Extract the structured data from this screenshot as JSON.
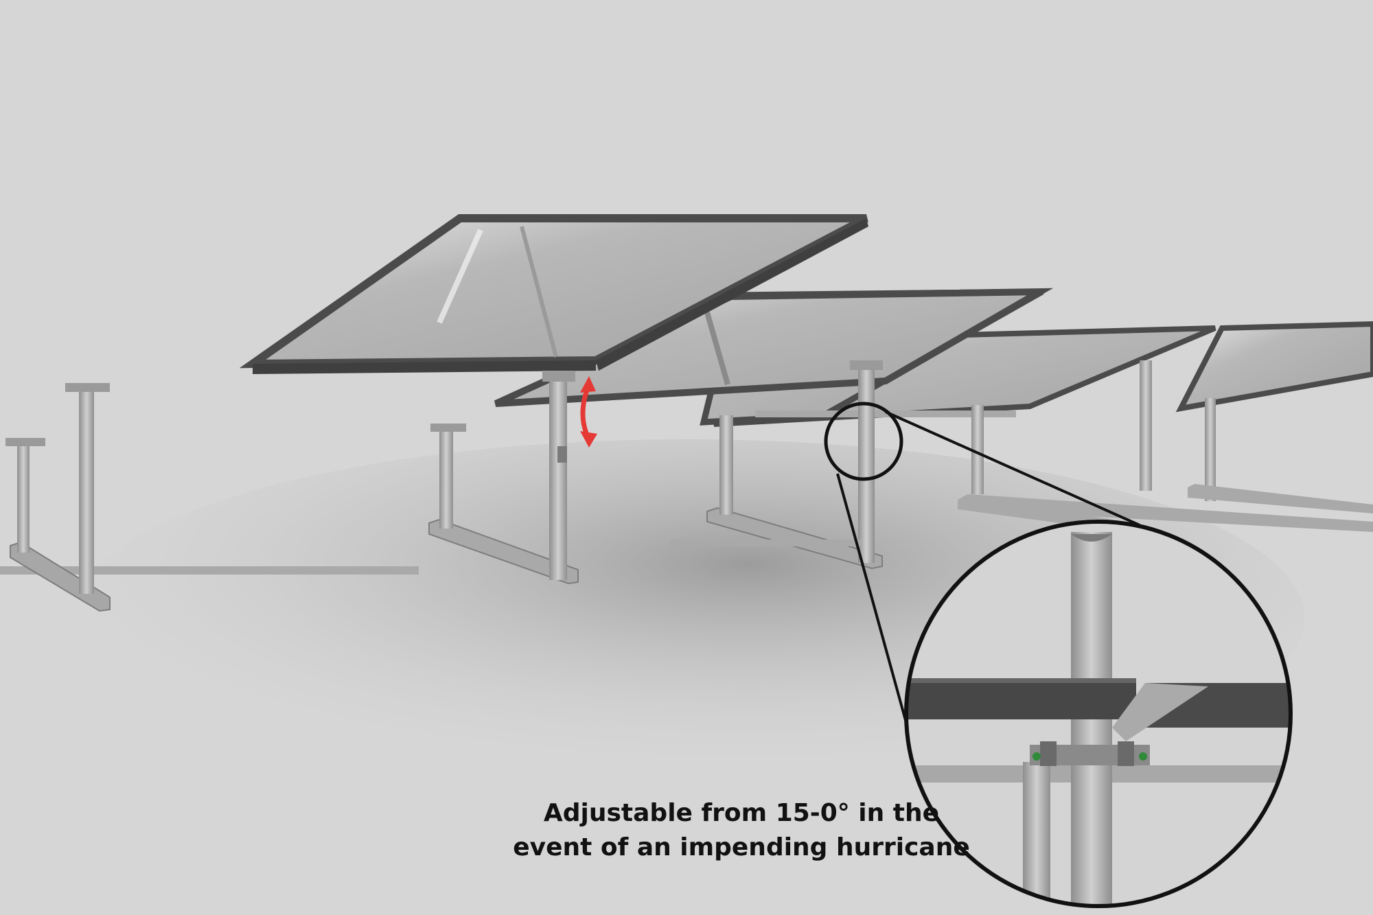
{
  "caption": {
    "line1": "Adjustable from 15-0° in the",
    "line2": "event of an impending hurricane"
  },
  "colors": {
    "background": "#d6d6d6",
    "frame": "#4b4b4b",
    "glass": "#b2b2b2",
    "aluminium": "#b9b9b9",
    "arrow": "#e53935",
    "callout": "#111111"
  },
  "icons": {
    "tilt_indicator": "double-headed-arrow",
    "detail_callout": "magnifier-circle"
  }
}
